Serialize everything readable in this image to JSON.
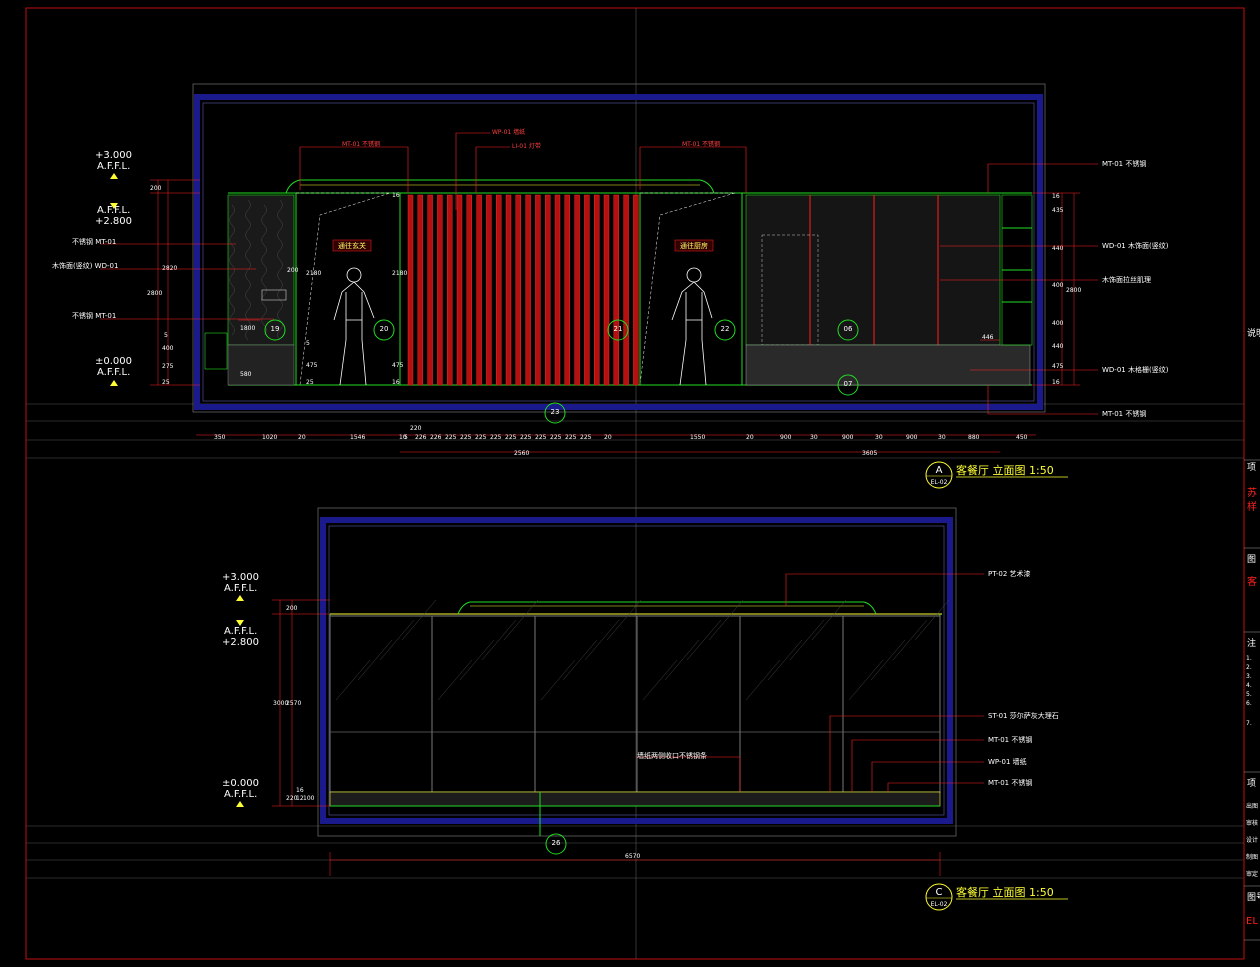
{
  "elevation_a": {
    "levels": [
      "+3.000",
      "A.F.F.L.",
      "A.F.F.L.",
      "+2.800",
      "±0.000",
      "A.F.F.L."
    ],
    "left_callouts": [
      "不锈钢 MT-01",
      "木饰面(竖纹) WD-01",
      "不锈钢 MT-01"
    ],
    "top_callouts": [
      "MT-01 不锈钢",
      "WP-01 墙纸",
      "LI-01 灯带",
      "MT-01 不锈钢"
    ],
    "right_callouts": [
      "MT-01 不锈钢",
      "WD-01 木饰面(竖纹)",
      "木饰面拉丝肌理",
      "WD-01 木格栅(竖纹)",
      "MT-01 不锈钢"
    ],
    "room_labels": [
      "通往玄关",
      "通往厨房"
    ],
    "index_tags": [
      "19",
      "20",
      "21",
      "22",
      "06",
      "07",
      "23"
    ],
    "left_dims": [
      "200",
      "2820",
      "2800",
      "400",
      "5",
      "275",
      "25",
      "1800",
      "580"
    ],
    "mid_dims_a": [
      "200",
      "2180",
      "5",
      "475",
      "25"
    ],
    "mid_dims_b": [
      "16",
      "2180",
      "475",
      "16"
    ],
    "right_dims": [
      "16",
      "435",
      "440",
      "400",
      "400",
      "440",
      "475",
      "16",
      "2800"
    ],
    "bottom_dims": [
      "350",
      "1020",
      "20",
      "1546",
      "10",
      "5",
      "226",
      "226",
      "225",
      "225",
      "225",
      "225",
      "225",
      "225",
      "225",
      "225",
      "225",
      "225",
      "20",
      "1550",
      "20",
      "900",
      "30",
      "900",
      "30",
      "900",
      "30",
      "880",
      "450"
    ],
    "top_small_dim": "220",
    "sub_totals": [
      "2560",
      "3605"
    ],
    "small_dim": "446",
    "title_letter": "A",
    "title_sheet": "EL-02",
    "title": "客餐厅 立面图 1:50"
  },
  "elevation_c": {
    "levels": [
      "+3.000",
      "A.F.F.L.",
      "A.F.F.L.",
      "+2.800",
      "±0.000",
      "A.F.F.L."
    ],
    "right_callouts": [
      "PT-02 艺术漆",
      "ST-01 莎尔萨灰大理石",
      "MT-01 不锈钢",
      "WP-01 墙纸",
      "MT-01 不锈钢"
    ],
    "center_note": "墙纸两侧收口不锈钢条",
    "index_tag": "26",
    "left_dims": [
      "200",
      "2570",
      "3000",
      "220",
      "16",
      "12",
      "100"
    ],
    "total_dim": "6570",
    "title_letter": "C",
    "title_sheet": "EL-02",
    "title": "客餐厅 立面图 1:50"
  },
  "title_block": {
    "labels": [
      "说明",
      "项",
      "图",
      "注",
      "1.",
      "2.",
      "3.",
      "4.",
      "5.",
      "6.",
      "7.",
      "项",
      "出图",
      "审核",
      "设计",
      "制图",
      "审定",
      "图号"
    ],
    "red_labels": [
      "苏",
      "样",
      "客",
      "EL"
    ]
  },
  "colors": {
    "frame_red": "#d01010",
    "wall_blue": "#1a1a8c",
    "line_green": "#22dd22",
    "line_red": "#ff2020",
    "text_yellow": "#ffff33"
  }
}
